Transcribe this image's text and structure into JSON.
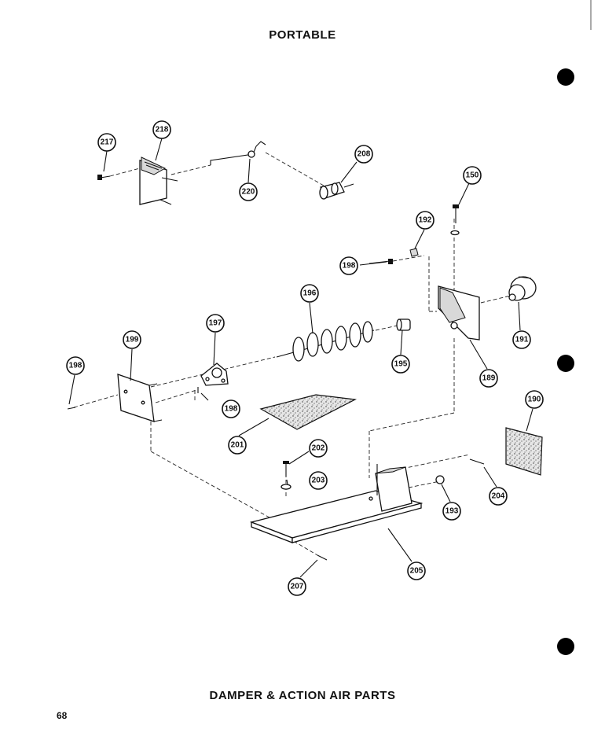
{
  "header": {
    "title": "PORTABLE"
  },
  "footer": {
    "caption": "DAMPER & ACTION AIR PARTS",
    "page_number": "68"
  },
  "callouts": {
    "c217": "217",
    "c218": "218",
    "c220": "220",
    "c208": "208",
    "c150": "150",
    "c192": "192",
    "c198a": "198",
    "c196": "196",
    "c197": "197",
    "c199": "199",
    "c198b": "198",
    "c198c": "198",
    "c195": "195",
    "c189": "189",
    "c191": "191",
    "c190": "190",
    "c201": "201",
    "c202": "202",
    "c203": "203",
    "c204": "204",
    "c193": "193",
    "c205": "205",
    "c207": "207"
  }
}
